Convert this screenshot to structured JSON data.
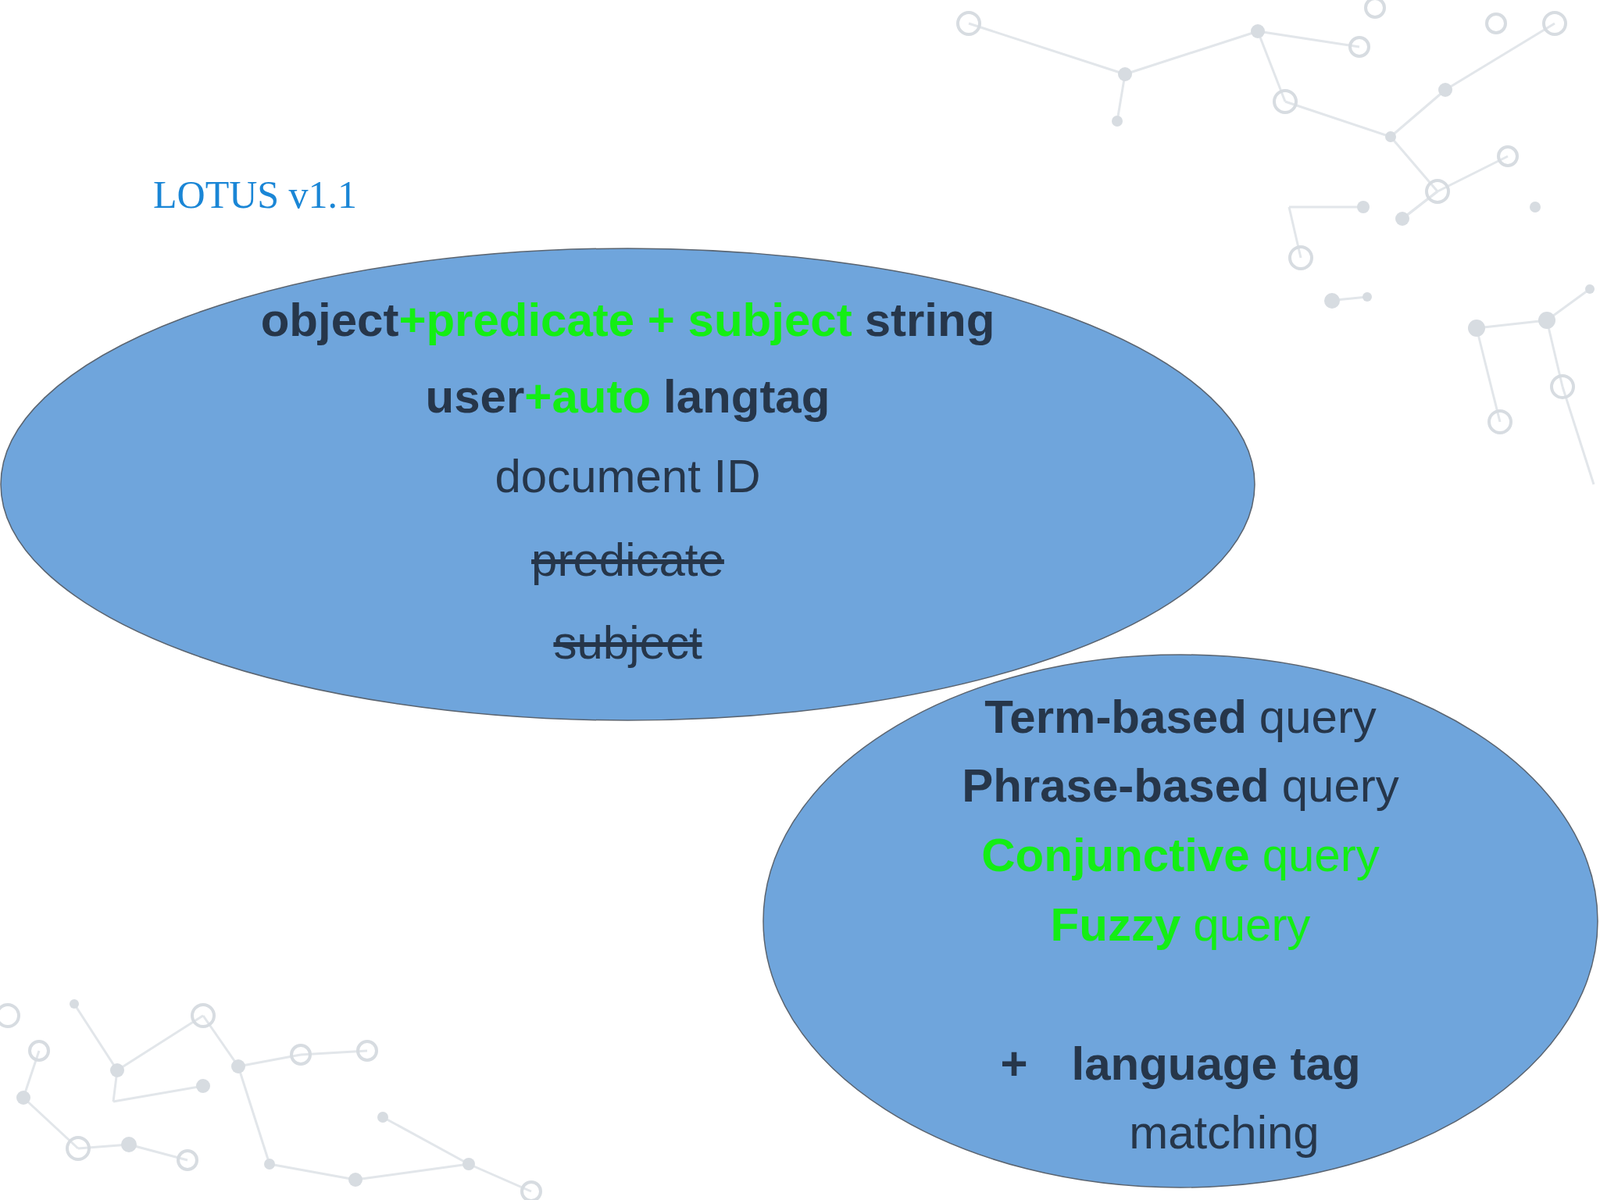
{
  "diagram": {
    "title": "LOTUS v1.1",
    "nodes": [
      {
        "text": [
          "object",
          "+predicate + subject",
          "string",
          "user",
          "+auto",
          "langtag",
          "document ID",
          "predicate",
          "subject"
        ]
      },
      {
        "text": [
          "Term-based",
          "query",
          "Phrase-based",
          "query",
          "Conjunctive",
          "query",
          "Fuzzy",
          "query",
          "+",
          "language tag",
          "matching"
        ]
      }
    ]
  }
}
